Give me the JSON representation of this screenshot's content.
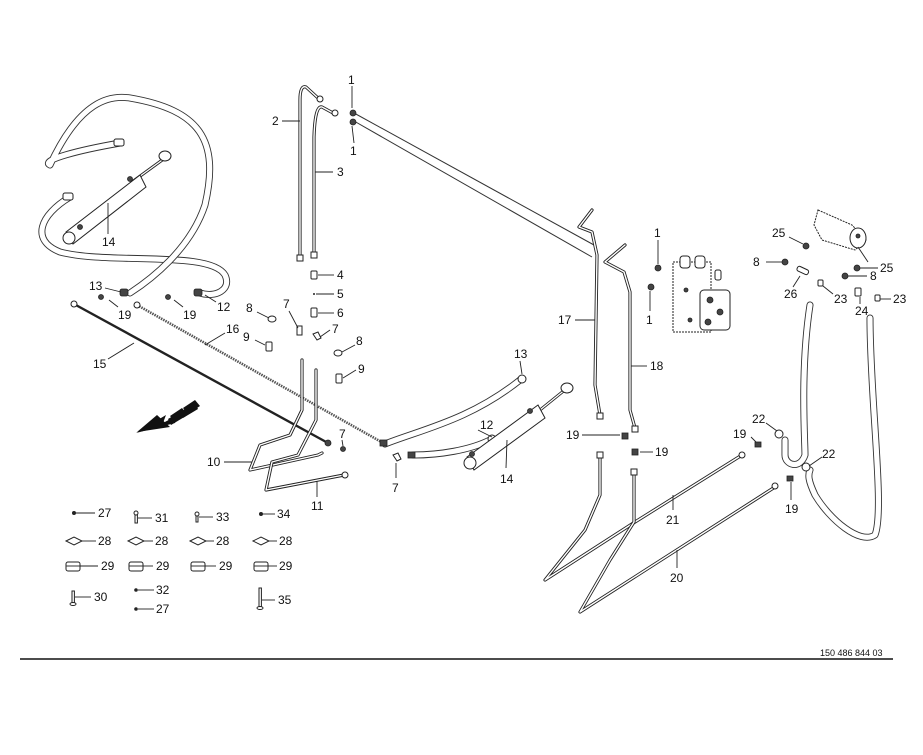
{
  "document": {
    "type": "exploded parts diagram - hydraulic lines",
    "drawing_number": "150 486 844 03",
    "direction_arrow": "travel-direction-arrow"
  },
  "callouts": {
    "p1a": "1",
    "p1b": "1",
    "p1c": "1",
    "p1d": "1",
    "p2": "2",
    "p3": "3",
    "p4": "4",
    "p5": "5",
    "p6": "6",
    "p7a": "7",
    "p7b": "7",
    "p7c": "7",
    "p7d": "7",
    "p8a": "8",
    "p8b": "8",
    "p8c": "8",
    "p8d": "8",
    "p9a": "9",
    "p9b": "9",
    "p10": "10",
    "p11": "11",
    "p12a": "12",
    "p12b": "12",
    "p13a": "13",
    "p13b": "13",
    "p14a": "14",
    "p14b": "14",
    "p15": "15",
    "p16": "16",
    "p17": "17",
    "p18": "18",
    "p19a": "19",
    "p19b": "19",
    "p19c": "19",
    "p19d": "19",
    "p19e": "19",
    "p19f": "19",
    "p20": "20",
    "p21": "21",
    "p22a": "22",
    "p22b": "22",
    "p23a": "23",
    "p23b": "23",
    "p24": "24",
    "p25a": "25",
    "p25b": "25",
    "p26": "26"
  },
  "hardware_legend": [
    {
      "row": 1,
      "items": [
        {
          "label": "27",
          "icon": "small-nut-icon"
        },
        {
          "label": "31",
          "icon": "short-bolt-icon"
        },
        {
          "label": "33",
          "icon": "short-bolt-icon"
        },
        {
          "label": "34",
          "icon": "small-nut-icon"
        }
      ]
    },
    {
      "row": 2,
      "items": [
        {
          "label": "28",
          "icon": "clamp-plate-icon"
        },
        {
          "label": "28",
          "icon": "clamp-plate-icon"
        },
        {
          "label": "28",
          "icon": "clamp-plate-icon"
        },
        {
          "label": "28",
          "icon": "clamp-plate-icon"
        }
      ]
    },
    {
      "row": 3,
      "items": [
        {
          "label": "29",
          "icon": "clamp-block-icon"
        },
        {
          "label": "29",
          "icon": "clamp-block-icon"
        },
        {
          "label": "29",
          "icon": "clamp-block-icon"
        },
        {
          "label": "29",
          "icon": "clamp-block-icon"
        }
      ]
    },
    {
      "row": 4,
      "items": [
        {
          "label": "30",
          "icon": "bolt-icon"
        },
        {
          "label": "32",
          "icon": "small-nut-icon"
        },
        {
          "label": "27",
          "icon": "small-nut-icon"
        },
        {
          "label": "35",
          "icon": "long-bolt-icon"
        }
      ]
    }
  ],
  "colors": {
    "line": "#222222",
    "background": "#ffffff",
    "arrow": "#111111"
  }
}
